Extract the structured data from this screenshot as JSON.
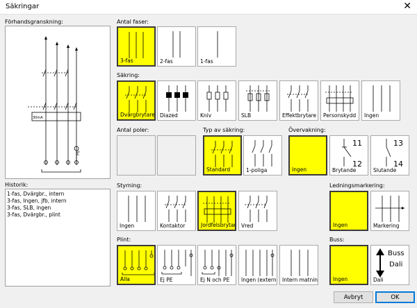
{
  "window": {
    "title": "Säkringar"
  },
  "preview": {
    "label": "Förhandsgranskning:",
    "pe_label": "PE",
    "fuse_label": "30mA"
  },
  "history": {
    "label": "Historik:",
    "items": [
      "1-fas, Dvärgbr., intern",
      "3-fas, Ingen, jfb, intern",
      "3-fas, SLB, ingen",
      "3-fas, Dvärgbr., plint"
    ]
  },
  "antal_faser": {
    "label": "Antal faser:",
    "options": [
      "3-fas",
      "2-fas",
      "1-fas"
    ],
    "selected": "3-fas"
  },
  "sakring": {
    "label": "Säkring:",
    "options": [
      "Dvärgbrytare",
      "Diazed",
      "Kniv",
      "SLB",
      "Effektbrytare",
      "Personskydd",
      "Ingen"
    ],
    "selected": "Dvärgbrytare"
  },
  "antal_poler": {
    "label": "Antal poler:"
  },
  "typ_av_sakring": {
    "label": "Typ av säkring:",
    "options": [
      "Standard",
      "1-poliga"
    ],
    "selected": "Standard"
  },
  "overvakning": {
    "label": "Övervakning:",
    "options": [
      "Ingen",
      "Brytande",
      "Slutande"
    ],
    "selected": "Ingen",
    "brytande_numbers": [
      "11",
      "12"
    ],
    "slutande_numbers": [
      "13",
      "14"
    ]
  },
  "styrning": {
    "label": "Styrning:",
    "options": [
      "Ingen",
      "Kontaktor",
      "Jordfelsbrytare",
      "Vred"
    ],
    "selected": "Jordfelsbrytare"
  },
  "ledningsmarkering": {
    "label": "Ledningsmarkering:",
    "options": [
      "Ingen",
      "Markering"
    ],
    "selected": "Ingen"
  },
  "plint": {
    "label": "Plint:",
    "options": [
      "Alla",
      "Ej PE",
      "Ej N och PE",
      "Ingen (extern)",
      "Intern matning"
    ],
    "selected": "Alla"
  },
  "buss": {
    "label": "Buss:",
    "options": [
      "Ingen",
      "Dali"
    ],
    "selected": "Ingen",
    "dali_text_top": "Buss",
    "dali_text_bottom": "Dali"
  },
  "buttons": {
    "cancel": "Avbryt",
    "ok": "OK"
  },
  "colors": {
    "selected": "#ffff00",
    "default_button_border": "#0078d7"
  }
}
